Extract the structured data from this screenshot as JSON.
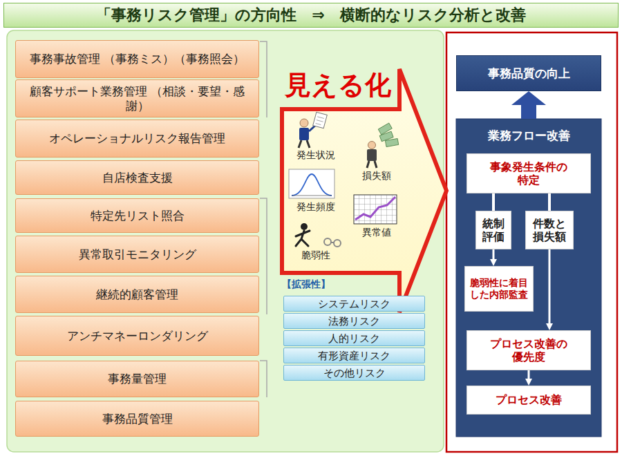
{
  "diagram": {
    "title": "「事務リスク管理」の方向性　⇒　横断的なリスク分析と改善",
    "nodes": [
      {
        "text": [
          "事務事故管理 （事務ミス）（事務照会）"
        ]
      },
      {
        "text": [
          "顧客サポート業務管理 （相談・要望・感謝）"
        ]
      },
      {
        "text": [
          "オペレーショナルリスク報告管理"
        ]
      },
      {
        "text": [
          "自店検査支援"
        ]
      },
      {
        "text": [
          "特定先リスト照合"
        ]
      },
      {
        "text": [
          "異常取引モニタリング"
        ]
      },
      {
        "text": [
          "継続的顧客管理"
        ]
      },
      {
        "text": [
          "アンチマネーロンダリング"
        ]
      },
      {
        "text": [
          "事務量管理"
        ]
      },
      {
        "text": [
          "事務品質管理"
        ]
      },
      {
        "text": [
          "見える化",
          "発生状況",
          "損失額",
          "発生頻度",
          "異常値",
          "脆弱性"
        ]
      },
      {
        "text": [
          "システムリスク"
        ]
      },
      {
        "text": [
          "法務リスク"
        ]
      },
      {
        "text": [
          "人的リスク"
        ]
      },
      {
        "text": [
          "有形資産リスク"
        ]
      },
      {
        "text": [
          "その他リスク"
        ]
      },
      {
        "text": [
          "事務品質の向上"
        ]
      },
      {
        "text": [
          "業務フロー改善"
        ]
      },
      {
        "text": [
          "事象発生条件の特定"
        ],
        "in": 17
      },
      {
        "text": [
          "統制評価"
        ],
        "in": 17
      },
      {
        "text": [
          "件数と損失額"
        ],
        "in": 17
      },
      {
        "text": [
          "脆弱性に着目した内部監査"
        ],
        "in": 17
      },
      {
        "text": [
          "プロセス改善の優先度"
        ],
        "in": 17
      },
      {
        "text": [
          "プロセス改善"
        ],
        "in": 17
      }
    ],
    "edges": [
      {
        "from": 17,
        "to": 16,
        "arrow": "to"
      },
      {
        "from": 18,
        "to": 19,
        "arrow": "none"
      },
      {
        "from": 18,
        "to": 20,
        "arrow": "none"
      },
      {
        "from": 19,
        "to": 21,
        "arrow": "to"
      },
      {
        "from": 20,
        "to": 22,
        "arrow": "to"
      },
      {
        "from": 22,
        "to": 23,
        "arrow": "to"
      }
    ],
    "labels": [
      "【拡張性】"
    ]
  }
}
